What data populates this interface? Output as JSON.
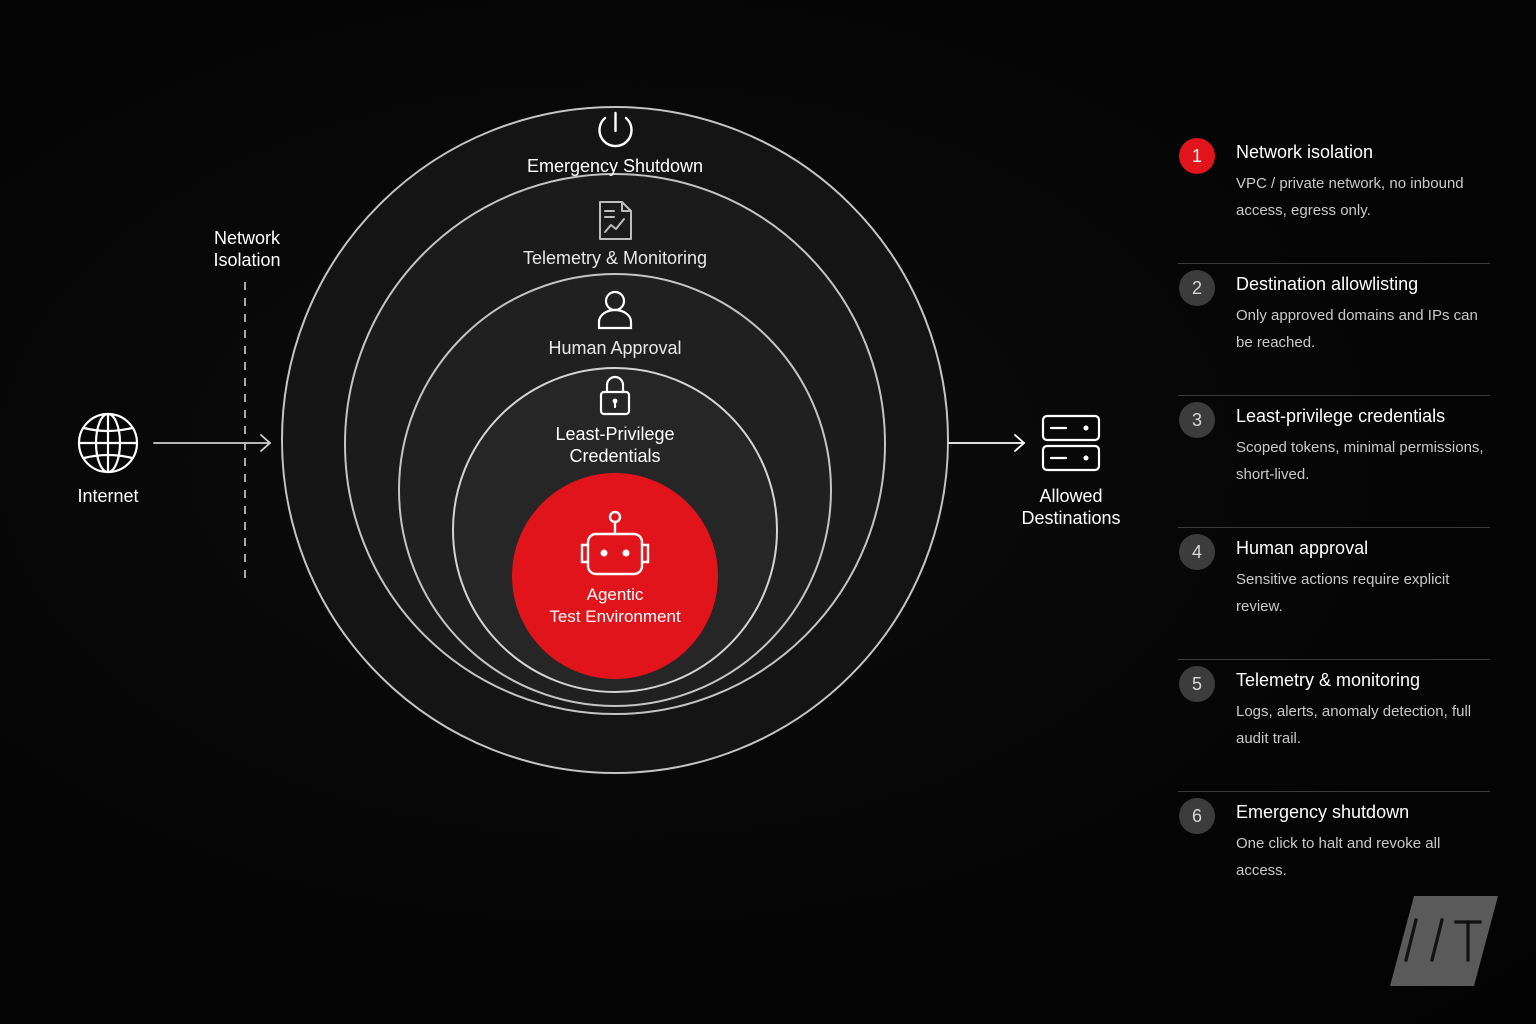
{
  "layers": {
    "emergency_shutdown": "Emergency Shutdown",
    "telemetry_monitoring": "Telemetry & Monitoring",
    "human_approval": "Human Approval",
    "least_privilege_line1": "Least-Privilege",
    "least_privilege_line2": "Credentials",
    "core_line1": "Agentic",
    "core_line2": "Test Environment"
  },
  "sides": {
    "internet": "Internet",
    "network_isolation_line1": "Network",
    "network_isolation_line2": "Isolation",
    "allowed_line1": "Allowed",
    "allowed_line2": "Destinations"
  },
  "legend": [
    {
      "number": "1",
      "title": "Network isolation",
      "description": "VPC / private network, no inbound access, egress only.",
      "active": true
    },
    {
      "number": "2",
      "title": "Destination allowlisting",
      "description": "Only approved domains and IPs can be reached.",
      "active": false
    },
    {
      "number": "3",
      "title": "Least-privilege credentials",
      "description": "Scoped tokens, minimal permissions, short-lived.",
      "active": false
    },
    {
      "number": "4",
      "title": "Human approval",
      "description": "Sensitive actions require explicit review.",
      "active": false
    },
    {
      "number": "5",
      "title": "Telemetry & monitoring",
      "description": "Logs, alerts, anomaly detection, full audit trail.",
      "active": false
    },
    {
      "number": "6",
      "title": "Emergency shutdown",
      "description": "One click to halt and revoke all access.",
      "active": false
    }
  ],
  "brand": {
    "logo_text": "/ / T"
  },
  "icons": {
    "shutdown": "power-icon",
    "telemetry": "report-chart-icon",
    "human": "person-icon",
    "credentials": "lock-icon",
    "agent": "robot-icon",
    "internet": "globe-icon",
    "destinations": "server-icon"
  },
  "colors": {
    "background": "#050505",
    "accent_red": "#e0141a",
    "ring_stroke": "#bdbdbd",
    "badge_inactive": "#3c3c3c"
  }
}
